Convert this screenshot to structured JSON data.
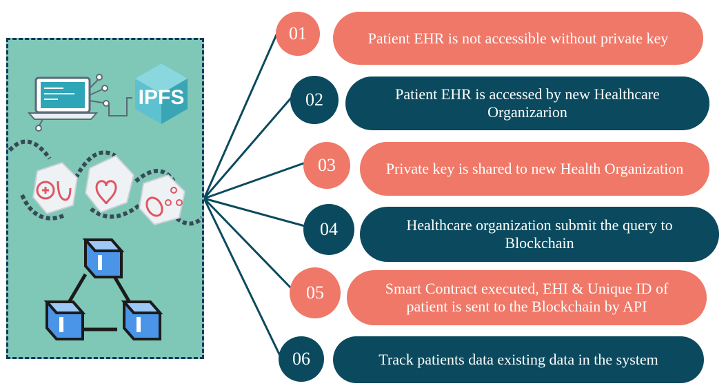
{
  "icons": {
    "laptop": "laptop-network-icon",
    "ipfs_label": "IPFS",
    "health_chain": "healthcare-blockchain-cubes-icon",
    "block_network": "blockchain-network-icon"
  },
  "steps": [
    {
      "number": "01",
      "text": "Patient EHR is not accessible without private key",
      "color": "#f07868"
    },
    {
      "number": "02",
      "text": "Patient EHR is accessed by new Healthcare Organizarion",
      "color": "#0b4a5e"
    },
    {
      "number": "03",
      "text": "Private key is shared to new Health Organization",
      "color": "#f07868"
    },
    {
      "number": "04",
      "text": "Healthcare organization submit the query to Blockchain",
      "color": "#0b4a5e"
    },
    {
      "number": "05",
      "text": "Smart Contract executed, EHI & Unique ID of patient is sent to the Blockchain by API",
      "color": "#f07868"
    },
    {
      "number": "06",
      "text": "Track patients data existing data in the system",
      "color": "#0b4a5e"
    }
  ]
}
